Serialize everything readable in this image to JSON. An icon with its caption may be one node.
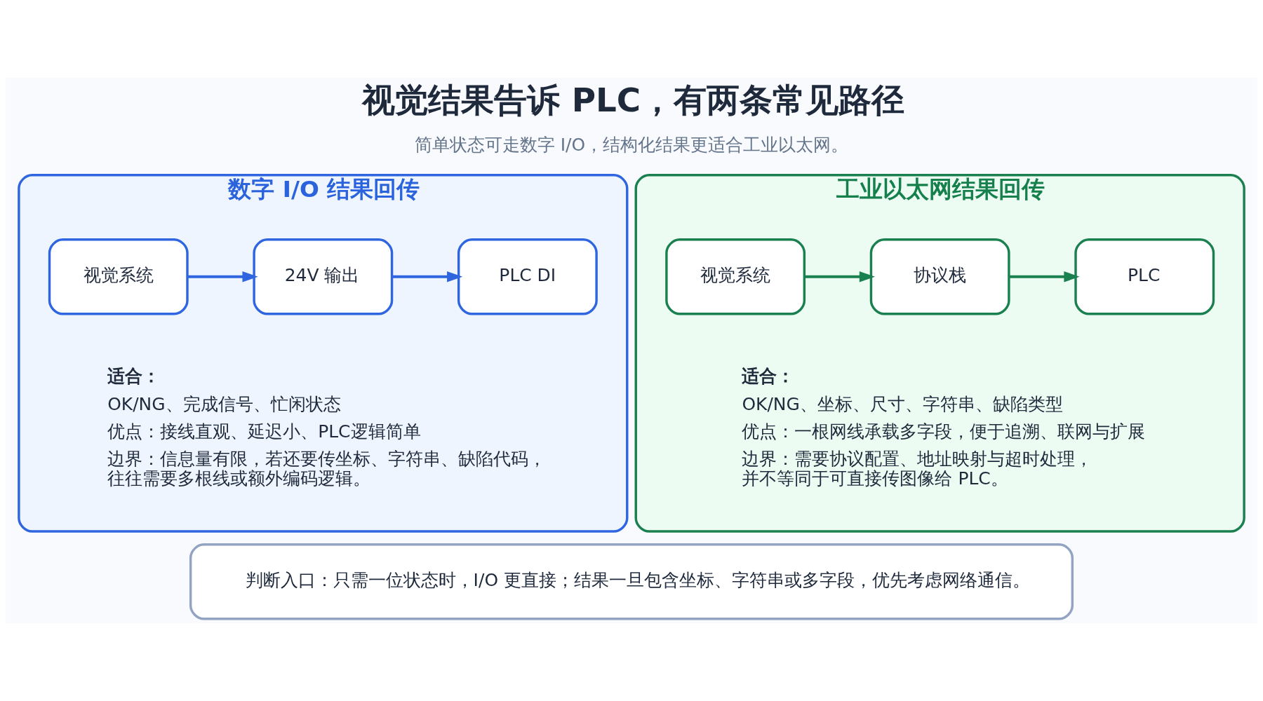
{
  "diagram": {
    "title": "视觉结果告诉 PLC，有两条常见路径",
    "nodes": [
      {
        "text": [
          "数字 I/O 结果回传",
          "适合：",
          "OK/NG、完成信号、忙闲状态",
          "优点：接线直观、延迟小、PLC逻辑简单",
          "边界：信息量有限，若还要传坐标、字符串、缺陷代码，往往需要多根线或额外编码逻辑。"
        ]
      },
      {
        "text": [
          "视觉系统"
        ],
        "in": 0
      },
      {
        "text": [
          "24V 输出"
        ],
        "in": 0
      },
      {
        "text": [
          "PLC DI"
        ],
        "in": 0
      },
      {
        "text": [
          "工业以太网结果回传",
          "适合：",
          "OK/NG、坐标、尺寸、字符串、缺陷类型",
          "优点：一根网线承载多字段，便于追溯、联网与扩展",
          "边界：需要协议配置、地址映射与超时处理，并不等同于可直接传图像给 PLC。"
        ]
      },
      {
        "text": [
          "视觉系统"
        ],
        "in": 4
      },
      {
        "text": [
          "协议栈"
        ],
        "in": 4
      },
      {
        "text": [
          "PLC"
        ],
        "in": 4
      },
      {
        "text": [
          "判断入口：只需一位状态时，I/O 更直接；结果一旦包含坐标、字符串或多字段，优先考虑网络通信。"
        ]
      }
    ],
    "edges": [
      {
        "from": 1,
        "to": 2,
        "arrow": "to",
        "color": "#2f66e0"
      },
      {
        "from": 2,
        "to": 3,
        "arrow": "to",
        "color": "#2f66e0"
      },
      {
        "from": 5,
        "to": 6,
        "arrow": "to",
        "color": "#1a8050"
      },
      {
        "from": 6,
        "to": 7,
        "arrow": "to",
        "color": "#1a8050"
      }
    ],
    "labels": [
      "简单状态可走数字 I/O，结构化结果更适合工业以太网。"
    ]
  }
}
